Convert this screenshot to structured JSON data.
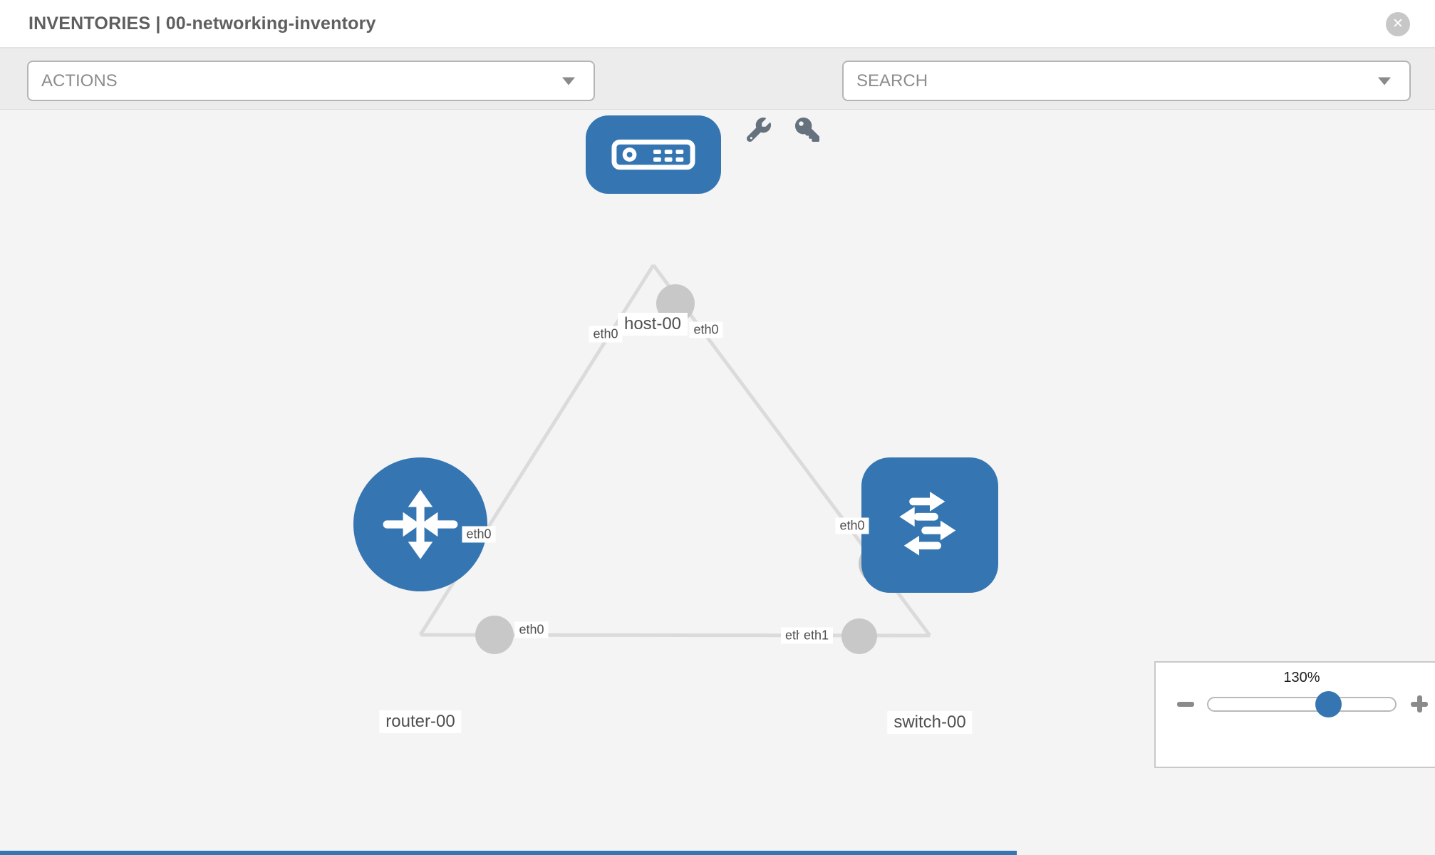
{
  "header": {
    "title": "INVENTORIES | 00-networking-inventory",
    "close_icon": "x-circle",
    "close_glyph": "✕"
  },
  "toolbar": {
    "actions_label": "ACTIONS",
    "search_label": "SEARCH",
    "icons": [
      "wrench-icon",
      "key-icon"
    ]
  },
  "topology": {
    "nodes": [
      {
        "id": "host-00",
        "label": "host-00",
        "type": "host",
        "icon": "server-icon"
      },
      {
        "id": "router-00",
        "label": "router-00",
        "type": "router",
        "icon": "router-arrows-icon"
      },
      {
        "id": "switch-00",
        "label": "switch-00",
        "type": "switch",
        "icon": "switch-arrows-icon"
      }
    ],
    "links": [
      {
        "source": "host-00",
        "source_interface": "eth0",
        "target": "router-00",
        "target_interface": "eth0"
      },
      {
        "source": "host-00",
        "source_interface": "eth0",
        "target": "switch-00",
        "target_interface": "eth0"
      },
      {
        "source": "router-00",
        "source_interface": "eth0",
        "target": "switch-00",
        "target_interface": "eth1"
      }
    ],
    "interface_labels": {
      "host_to_router_host_side": "eth0",
      "host_to_router_router_side": "eth0",
      "host_to_switch_host_side": "eth0",
      "host_to_switch_switch_side": "eth0",
      "router_to_switch_router_side": "eth0",
      "router_to_switch_switch_side": "eth1",
      "router_to_switch_switch_side_occluded": "eth1"
    }
  },
  "zoom_control": {
    "level": "130%",
    "minus_icon": "minus",
    "plus_icon": "plus"
  },
  "colors": {
    "node_blue": "#3576b2",
    "link_gray": "#dbdbdb",
    "port_gray": "#c8c8c8",
    "canvas_bg": "#f4f4f4",
    "toolbar_bg": "#ececec",
    "label_text": "#4f4f4f",
    "icon_slate": "#66717e"
  }
}
